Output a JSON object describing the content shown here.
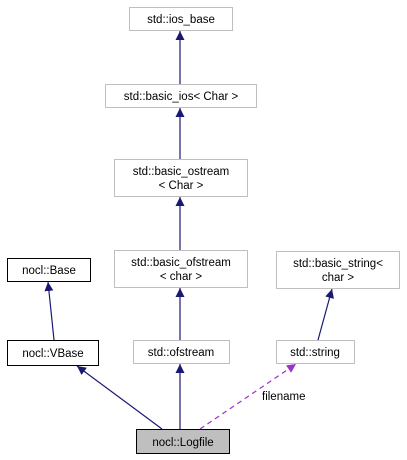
{
  "nodes": {
    "ios_base": {
      "lines": [
        "std::ios_base"
      ]
    },
    "basic_ios": {
      "lines": [
        "std::basic_ios< Char >"
      ]
    },
    "basic_ostream": {
      "lines": [
        "std::basic_ostream",
        "< Char >"
      ]
    },
    "basic_ofstream": {
      "lines": [
        "std::basic_ofstream",
        "< char >"
      ]
    },
    "ofstream": {
      "lines": [
        "std::ofstream"
      ]
    },
    "basic_string": {
      "lines": [
        "std::basic_string<",
        "char >"
      ]
    },
    "string": {
      "lines": [
        "std::string"
      ]
    },
    "base": {
      "lines": [
        "nocl::Base"
      ]
    },
    "vbase": {
      "lines": [
        "nocl::VBase"
      ]
    },
    "logfile": {
      "lines": [
        "nocl::Logfile"
      ]
    }
  },
  "edge_labels": {
    "filename": "filename"
  },
  "colors": {
    "inheritance_arrow": "#191970",
    "usage_arrow": "#9a32cd",
    "external_node_border": "#bfbfbf",
    "documented_node_border": "#000000",
    "current_node_fill": "#bfbfbf"
  }
}
